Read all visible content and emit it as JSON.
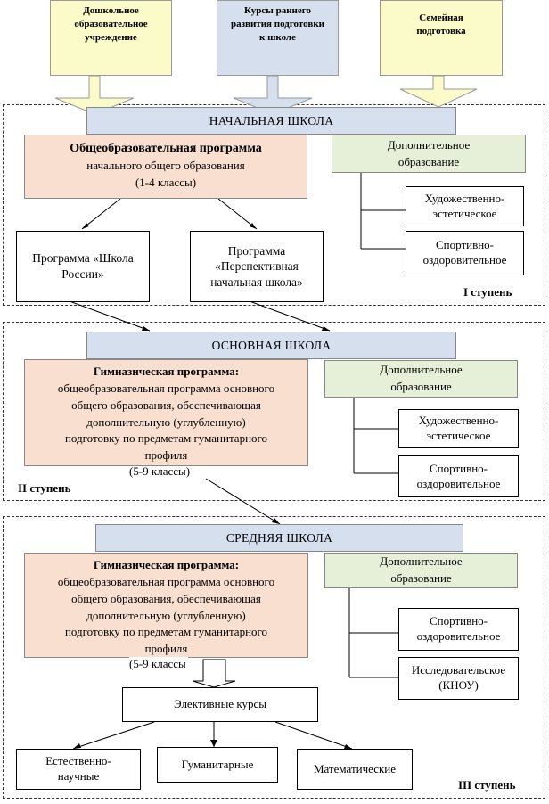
{
  "sources": [
    {
      "label": "Дошкольное образовательное учреждение"
    },
    {
      "label": "Курсы раннего развития подготовки к школе"
    },
    {
      "label": "Семейная подготовка"
    }
  ],
  "primary": {
    "school": "НАЧАЛЬНАЯ ШКОЛА",
    "program_title": "Общеобразовательная программа",
    "program_line1": "начального общего образования",
    "program_line2": "(1-4  классы)",
    "additional": "Дополнительное образование",
    "add_items": [
      "Художественно-эстетическое",
      "Спортивно-оздоровительное"
    ],
    "sub_programs": [
      "Программа «Школа России»",
      "Программа «Перспективная начальная школа»"
    ],
    "stage": "I ступень"
  },
  "basic": {
    "school": "ОСНОВНАЯ ШКОЛА",
    "program_title": "Гимназическая программа:",
    "program_lines": [
      "общеобразовательная программа основного",
      "общего образования, обеспечивающая",
      "дополнительную (углубленную)",
      "подготовку по предметам гуманитарного",
      "профиля"
    ],
    "program_grades": "(5-9 классы)",
    "additional": "Дополнительное образование",
    "add_items": [
      "Художественно-эстетическое",
      "Спортивно-оздоровительное"
    ],
    "stage": "II ступень"
  },
  "secondary": {
    "school": "СРЕДНЯЯ ШКОЛА",
    "program_title": "Гимназическая программа:",
    "program_lines": [
      "общеобразовательная программа основного",
      "общего образования, обеспечивающая",
      "дополнительную (углубленную)",
      "подготовку по предметам гуманитарного",
      "профиля"
    ],
    "program_grades": "(5-9 классы",
    "additional": "Дополнительное образование",
    "add_items": [
      "Спортивно-оздоровительное",
      "Исследовательское (КНОУ)"
    ],
    "electives": "Элективные курсы",
    "elective_items": [
      "Естественно-научные",
      "Гуманитарные",
      "Математические"
    ],
    "stage": "III ступень"
  },
  "colors": {
    "source_fill": "#fbfbc9",
    "source_mid_fill": "#d5dfee",
    "school_fill": "#d5dfee",
    "program_fill": "#f9dfcf",
    "additional_fill": "#e6f0d8"
  }
}
